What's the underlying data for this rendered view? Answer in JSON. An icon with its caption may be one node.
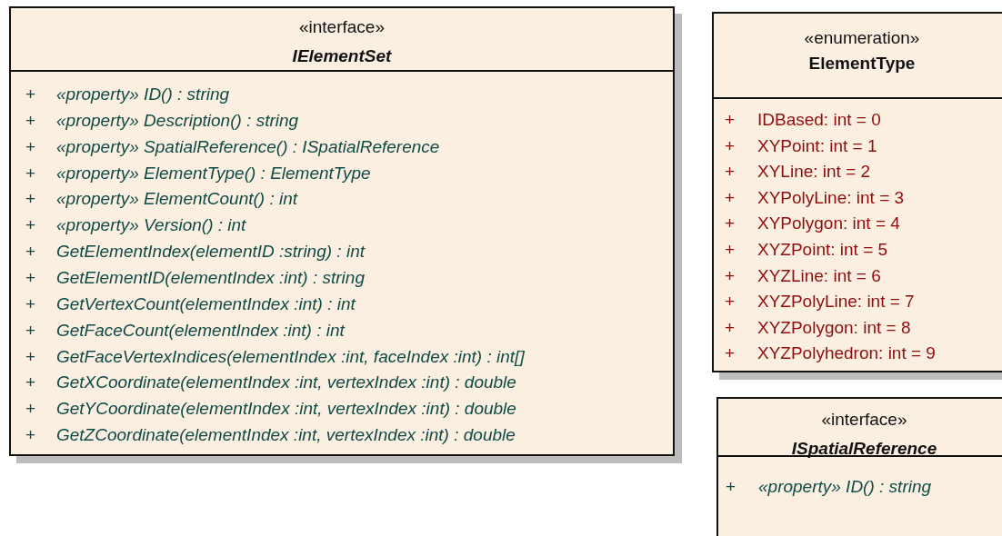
{
  "diagram": {
    "nodes": [
      {
        "text": [
          "«interface»",
          "IElementSet",
          "+ «property» ID() : string",
          "+ «property» Description() : string",
          "+ «property» SpatialReference() : ISpatialReference",
          "+ «property» ElementType() : ElementType",
          "+ «property» ElementCount() : int",
          "+ «property» Version() : int",
          "+ GetElementIndex(elementID :string) : int",
          "+ GetElementID(elementIndex :int) : string",
          "+ GetVertexCount(elementIndex :int) : int",
          "+ GetFaceCount(elementIndex :int) : int",
          "+ GetFaceVertexIndices(elementIndex :int, faceIndex :int) : int[]",
          "+ GetXCoordinate(elementIndex :int, vertexIndex :int) : double",
          "+ GetYCoordinate(elementIndex :int, vertexIndex :int) : double",
          "+ GetZCoordinate(elementIndex :int, vertexIndex :int) : double"
        ]
      },
      {
        "text": [
          "«enumeration»",
          "ElementType",
          "+ IDBased: int = 0",
          "+ XYPoint: int = 1",
          "+ XYLine: int = 2",
          "+ XYPolyLine: int = 3",
          "+ XYPolygon: int = 4",
          "+ XYZPoint: int = 5",
          "+ XYZLine: int = 6",
          "+ XYZPolyLine: int = 7",
          "+ XYZPolygon: int = 8",
          "+ XYZPolyhedron: int = 9"
        ]
      },
      {
        "text": [
          "«interface»",
          "ISpatialReference",
          "+ «property» ID() : string"
        ]
      }
    ]
  }
}
